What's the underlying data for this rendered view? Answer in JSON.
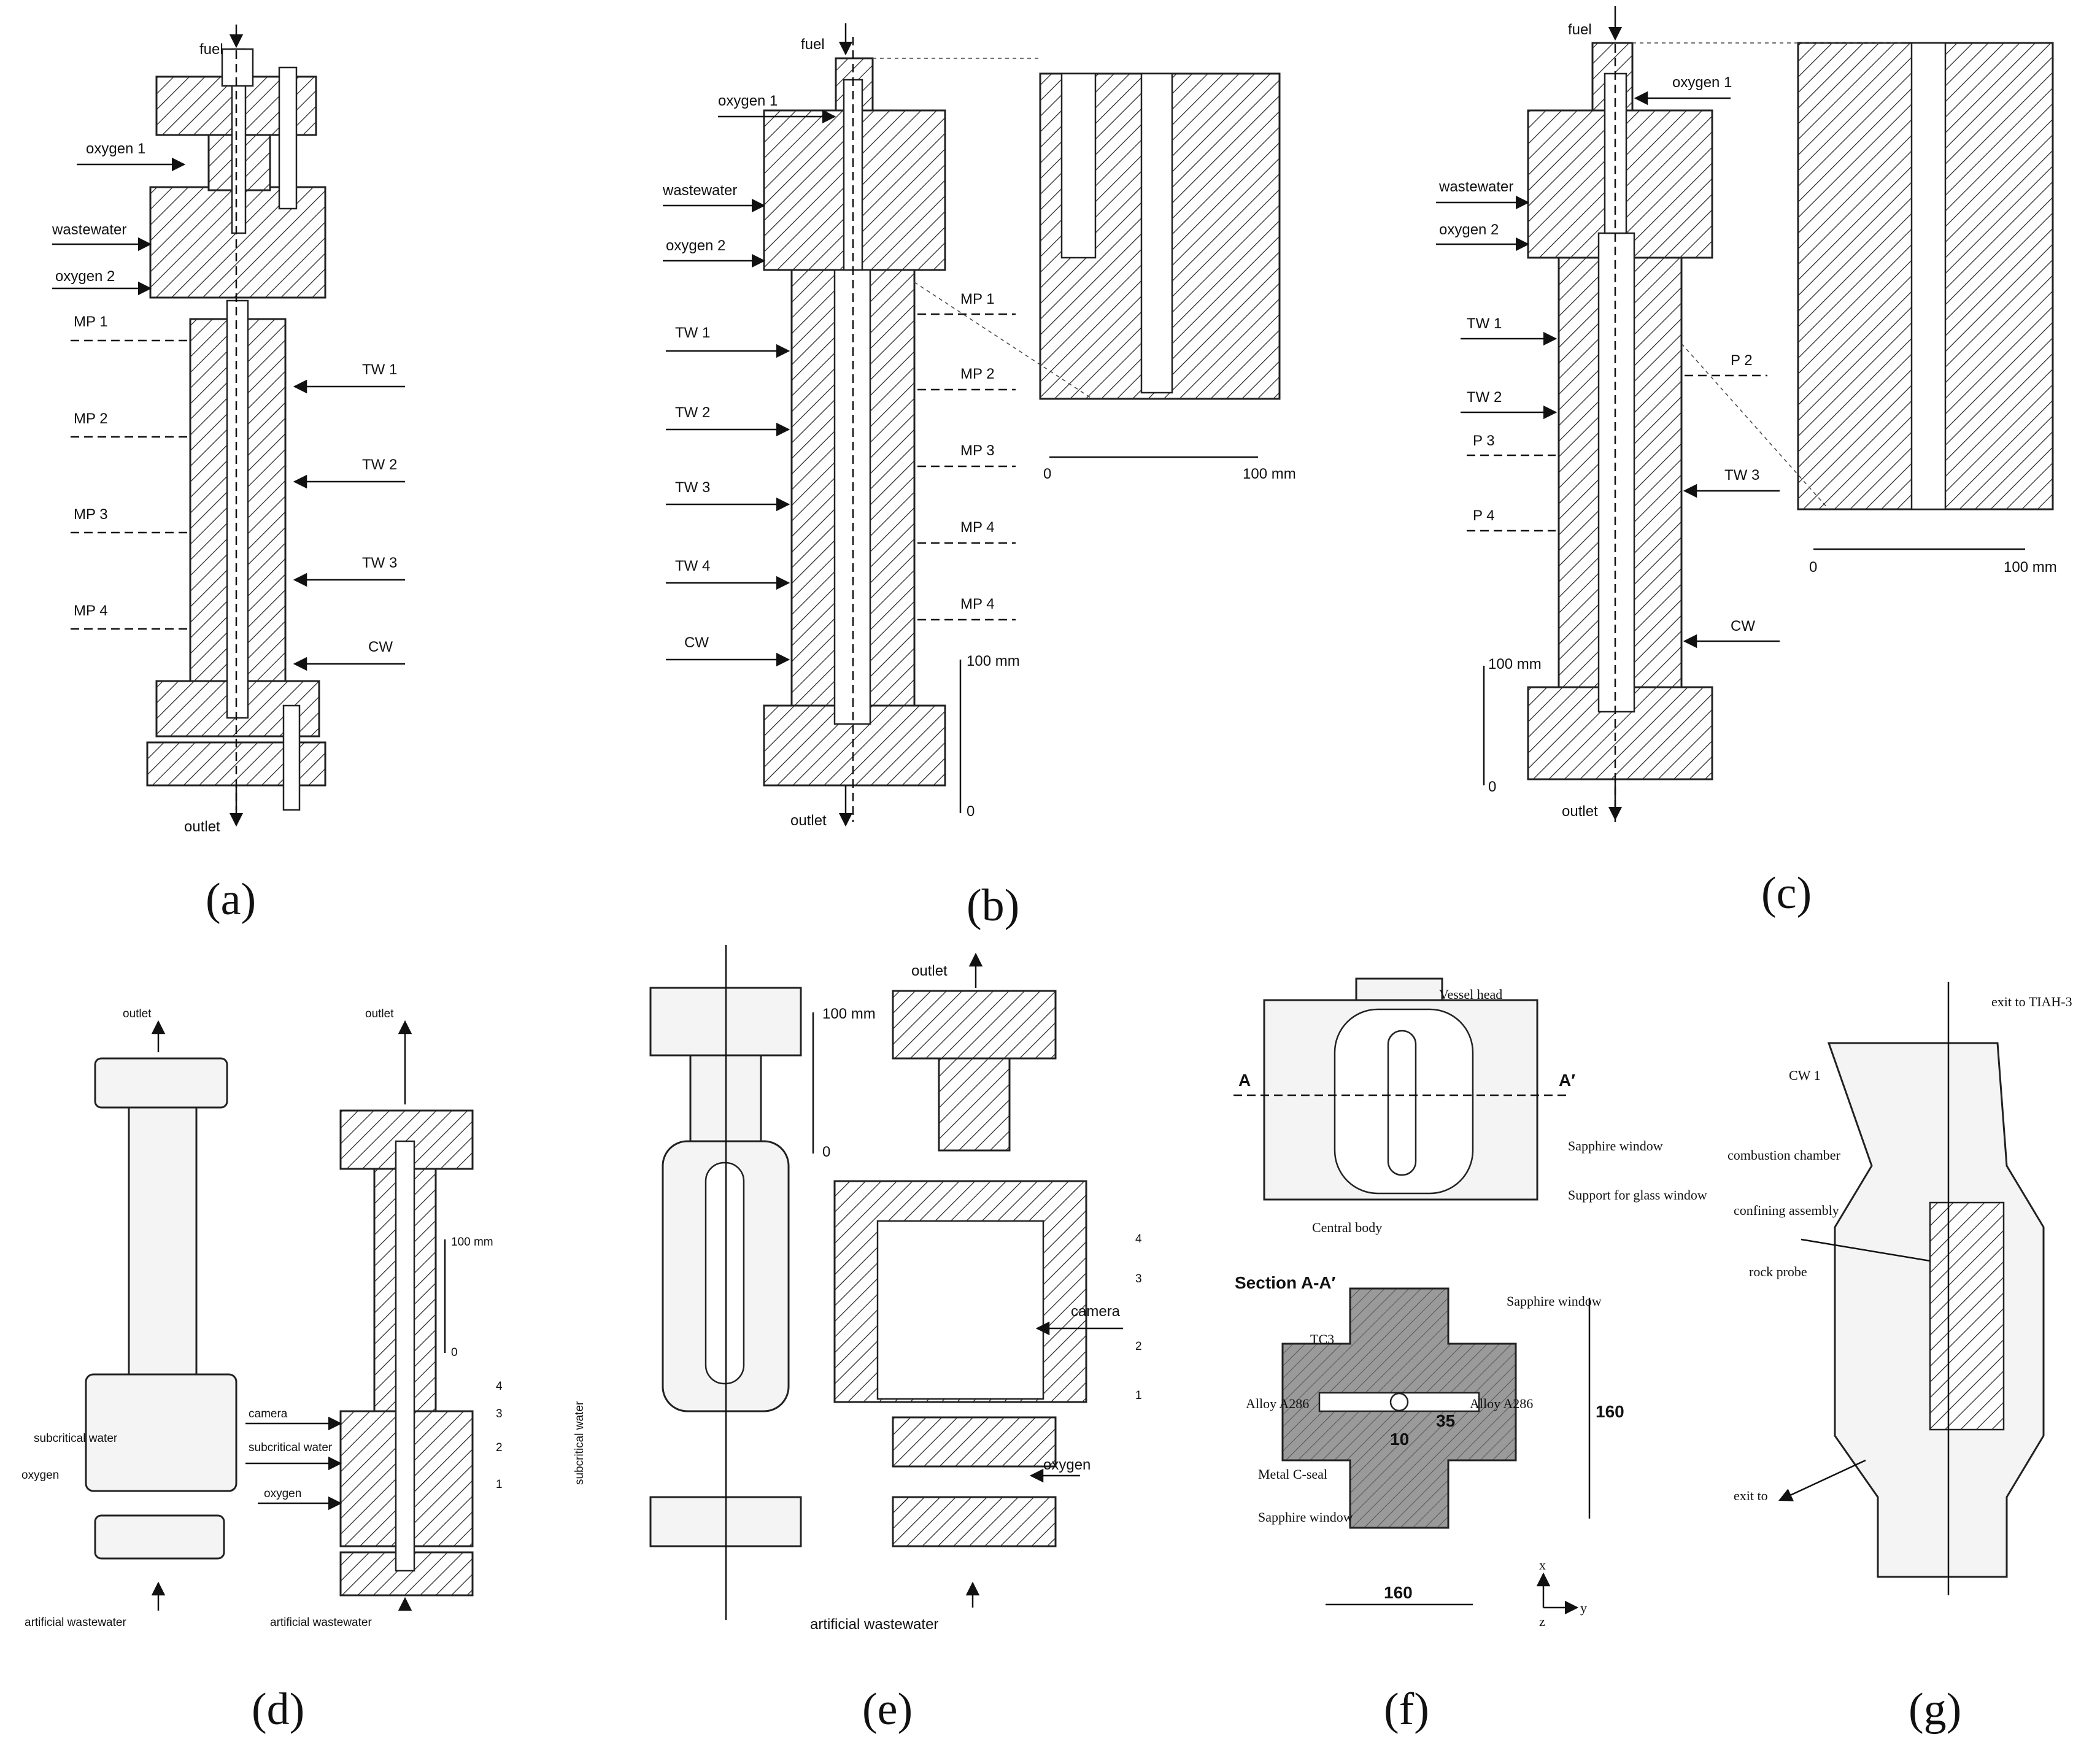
{
  "panels": [
    {
      "id": "a",
      "label": "(a)",
      "texts": {
        "fuel": "fuel",
        "oxygen1": "oxygen 1",
        "wastewater": "wastewater",
        "oxygen2": "oxygen 2",
        "mp1": "MP 1",
        "mp2": "MP 2",
        "mp3": "MP 3",
        "mp4": "MP 4",
        "tw1": "TW 1",
        "tw2": "TW 2",
        "tw3": "TW 3",
        "cw": "CW",
        "outlet": "outlet"
      }
    },
    {
      "id": "b",
      "label": "(b)",
      "texts": {
        "fuel": "fuel",
        "oxygen1": "oxygen 1",
        "wastewater": "wastewater",
        "oxygen2": "oxygen 2",
        "tw1": "TW 1",
        "tw2": "TW 2",
        "tw3": "TW 3",
        "tw4": "TW 4",
        "cw": "CW",
        "mp1": "MP 1",
        "mp2": "MP 2",
        "mp3": "MP 3",
        "mp4a": "MP 4",
        "mp4b": "MP 4",
        "scale_top": "100 mm",
        "scale_zero": "0",
        "detail_zero": "0",
        "detail_scale": "100 mm",
        "outlet": "outlet"
      }
    },
    {
      "id": "c",
      "label": "(c)",
      "texts": {
        "fuel": "fuel",
        "oxygen1": "oxygen 1",
        "wastewater": "wastewater",
        "oxygen2": "oxygen 2",
        "tw1": "TW 1",
        "tw2": "TW 2",
        "p2": "P 2",
        "p3": "P 3",
        "tw3": "TW 3",
        "p4": "P 4",
        "cw": "CW",
        "scale_top": "100 mm",
        "scale_zero": "0",
        "detail_zero": "0",
        "detail_scale": "100 mm",
        "outlet": "outlet"
      }
    },
    {
      "id": "d",
      "label": "(d)",
      "texts": {
        "outlet_left": "outlet",
        "outlet_right": "outlet",
        "scale": "100 mm",
        "scale_zero": "0",
        "camera": "camera",
        "subcritical_water_l": "subcritical water",
        "subcritical_water_r": "subcritical water",
        "oxygen_l": "oxygen",
        "oxygen_r": "oxygen",
        "n1": "1",
        "n2": "2",
        "n3": "3",
        "n4": "4",
        "artificial_wastewater_l": "artificial wastewater",
        "artificial_wastewater_r": "artificial wastewater"
      }
    },
    {
      "id": "e",
      "label": "(e)",
      "texts": {
        "outlet": "outlet",
        "scale": "100 mm",
        "scale_zero": "0",
        "camera": "camera",
        "n1": "1",
        "n2": "2",
        "n3": "3",
        "n4": "4",
        "subcritical_water": "subcritical water",
        "oxygen": "oxygen",
        "artificial_wastewater": "artificial wastewater"
      }
    },
    {
      "id": "f",
      "label": "(f)",
      "texts": {
        "vessel_head": "Vessel head",
        "a": "A",
        "a_prime": "A′",
        "sapphire_window": "Sapphire window",
        "support_glass": "Support for glass window",
        "central_body": "Central body",
        "section": "Section A-A′",
        "sapphire_window_2": "Sapphire window",
        "tc3": "TC3",
        "alloy_l": "Alloy A286",
        "alloy_r": "Alloy A286",
        "dim35": "35",
        "dim10": "10",
        "dim160_v": "160",
        "dim160_h": "160",
        "metal_cseal": "Metal C-seal",
        "sapphire_window_3": "Sapphire window",
        "x": "x",
        "y": "y",
        "z": "z"
      }
    },
    {
      "id": "g",
      "label": "(g)",
      "texts": {
        "exit_tiah": "exit to TIAH-3",
        "cw1": "CW 1",
        "combustion_chamber": "combustion chamber",
        "confining_assembly": "confining assembly",
        "rock_probe": "rock probe",
        "exit_to": "exit to"
      }
    }
  ],
  "colors": {
    "line": "#111111",
    "hatch": "#222222",
    "grey_body": "#8e8e8e",
    "background": "#ffffff"
  }
}
